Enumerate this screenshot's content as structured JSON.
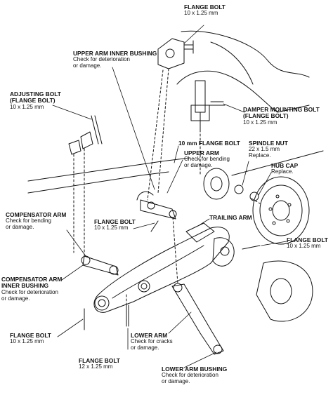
{
  "labels": {
    "flange_bolt_top": {
      "title": "FLANGE BOLT",
      "lines": [
        "10 x 1.25 mm"
      ]
    },
    "upper_arm_inner_bushing": {
      "title": "UPPER ARM INNER BUSHING",
      "lines": [
        "Check for deterioration",
        "or damage."
      ]
    },
    "adjusting_bolt": {
      "title": "ADJUSTING BOLT",
      "lines": [
        "(FLANGE BOLT)",
        "10 x 1.25 mm"
      ]
    },
    "damper_mounting_bolt": {
      "title": "DAMPER MOUNTING BOLT",
      "lines": [
        "(FLANGE BOLT)",
        "10 x 1.25 mm"
      ]
    },
    "flange_bolt_10mm": {
      "title": "10 mm FLANGE BOLT",
      "lines": []
    },
    "spindle_nut": {
      "title": "SPINDLE NUT",
      "lines": [
        "22 x 1.5 mm",
        "Replace."
      ]
    },
    "upper_arm": {
      "title": "UPPER ARM",
      "lines": [
        "Check for bending",
        "or damage."
      ]
    },
    "hub_cap": {
      "title": "HUB CAP",
      "lines": [
        "Replace."
      ]
    },
    "compensator_arm": {
      "title": "COMPENSATOR ARM",
      "lines": [
        "Check for bending",
        "or damage."
      ]
    },
    "flange_bolt_mid": {
      "title": "FLANGE BOLT",
      "lines": [
        "10 x 1.25 mm"
      ]
    },
    "trailing_arm": {
      "title": "TRAILING ARM",
      "lines": []
    },
    "flange_bolt_right": {
      "title": "FLANGE BOLT",
      "lines": [
        "10 x 1.25 mm"
      ]
    },
    "compensator_arm_inner_bushing": {
      "title": "COMPENSATOR ARM",
      "lines": [
        "INNER BUSHING",
        "Check for deterioration",
        "or damage."
      ]
    },
    "flange_bolt_bottom_left": {
      "title": "FLANGE BOLT",
      "lines": [
        "10 x 1.25 mm"
      ]
    },
    "lower_arm": {
      "title": "LOWER ARM",
      "lines": [
        "Check for cracks",
        "or damage."
      ]
    },
    "flange_bolt_bottom": {
      "title": "FLANGE BOLT",
      "lines": [
        "12 x 1.25 mm"
      ]
    },
    "lower_arm_bushing": {
      "title": "LOWER ARM BUSHING",
      "lines": [
        "Check for deterioration",
        "or damage."
      ]
    }
  },
  "colors": {
    "ink": "#111111",
    "paper": "#ffffff"
  }
}
